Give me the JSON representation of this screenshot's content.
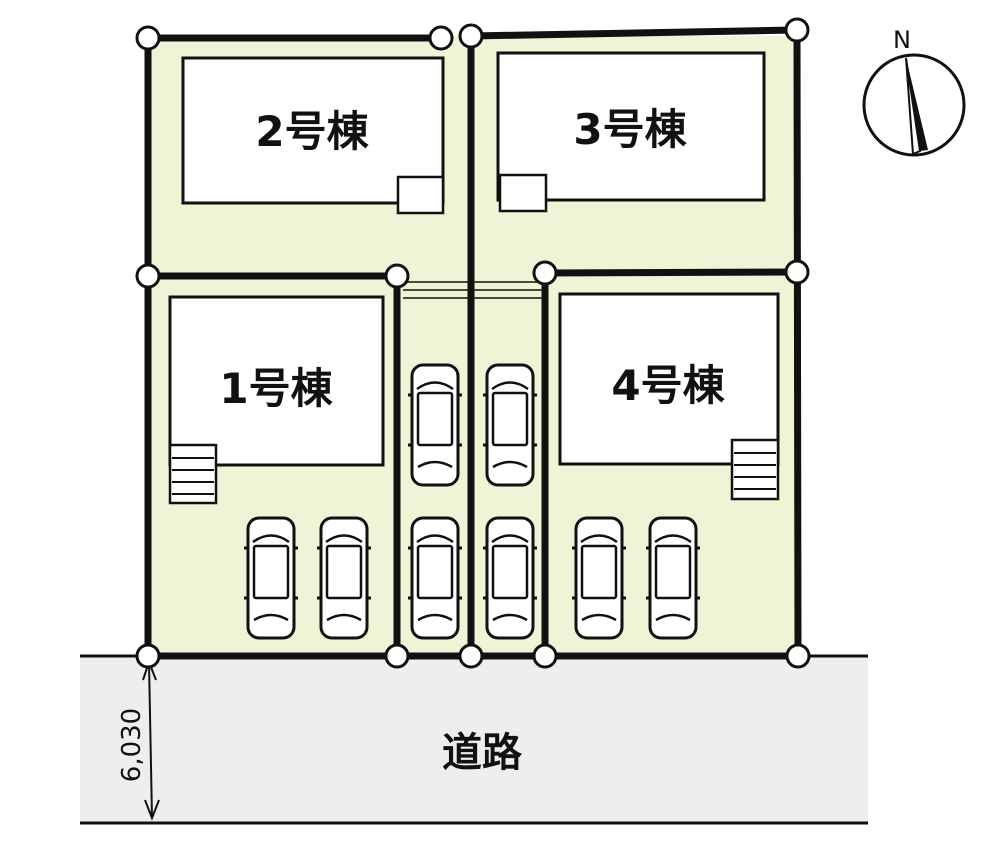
{
  "buildings": [
    {
      "id": "1",
      "label": "1号棟"
    },
    {
      "id": "2",
      "label": "2号棟"
    },
    {
      "id": "3",
      "label": "3号棟"
    },
    {
      "id": "4",
      "label": "4号棟"
    }
  ],
  "road": {
    "label": "道路",
    "width_label": "6,030"
  },
  "compass": {
    "label": "N"
  },
  "colors": {
    "lot_fill": "#eef5d6",
    "road_fill": "#eeeeee",
    "line": "#111111"
  }
}
